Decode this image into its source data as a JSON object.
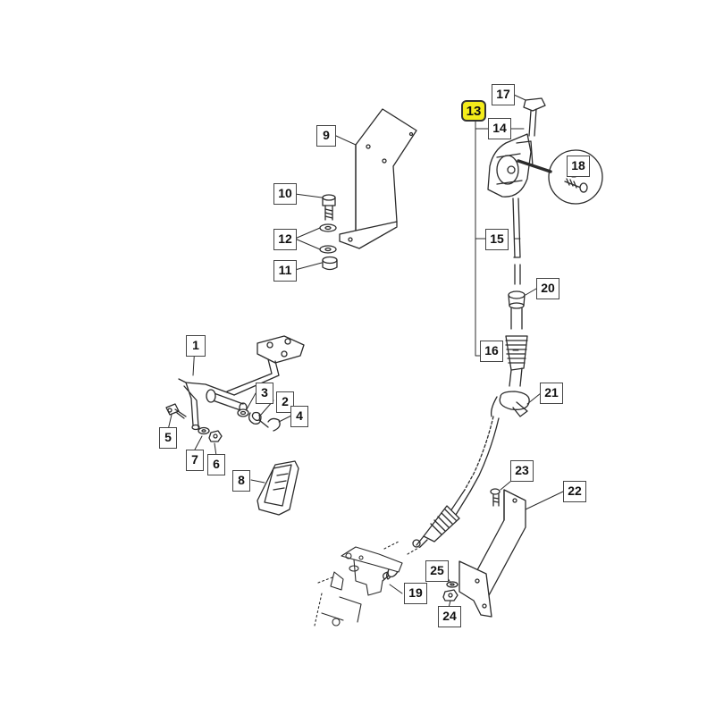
{
  "colors": {
    "line": "#2b2b2b",
    "highlight": "#f4ec1a",
    "callout_border": "#444444"
  },
  "callouts": {
    "c1": "1",
    "c2": "2",
    "c3": "3",
    "c4": "4",
    "c5": "5",
    "c6": "6",
    "c7": "7",
    "c8": "8",
    "c9": "9",
    "c10": "10",
    "c11": "11",
    "c12": "12",
    "c13": "13",
    "c14": "14",
    "c15": "15",
    "c16": "16",
    "c17": "17",
    "c18": "18",
    "c19": "19",
    "c20": "20",
    "c21": "21",
    "c22": "22",
    "c23": "23",
    "c24": "24",
    "c25": "25"
  },
  "highlighted_part": "13"
}
